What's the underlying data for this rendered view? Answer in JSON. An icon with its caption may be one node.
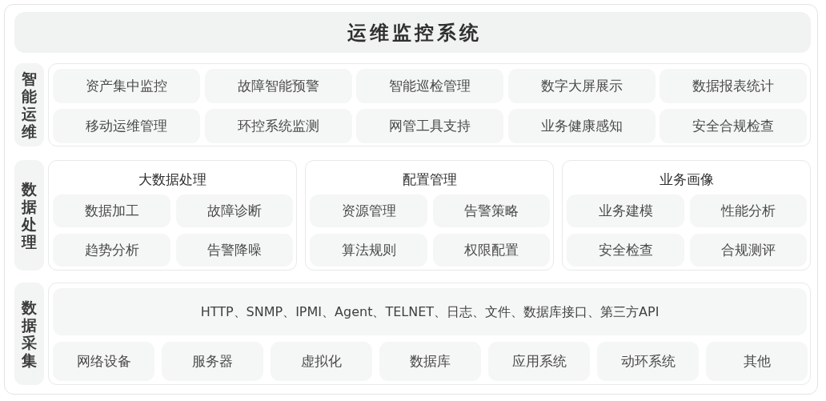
{
  "diagram": {
    "title": "运维监控系统",
    "nodes": [
      {
        "text": [
          "智能运维"
        ]
      },
      {
        "text": [],
        "shape": "box"
      },
      {
        "text": [
          "资产集中监控"
        ],
        "in": 1
      },
      {
        "text": [
          "故障智能预警"
        ],
        "in": 1
      },
      {
        "text": [
          "智能巡检管理"
        ],
        "in": 1
      },
      {
        "text": [
          "数字大屏展示"
        ],
        "in": 1
      },
      {
        "text": [
          "数据报表统计"
        ],
        "in": 1
      },
      {
        "text": [
          "移动运维管理"
        ],
        "in": 1
      },
      {
        "text": [
          "环控系统监测"
        ],
        "in": 1
      },
      {
        "text": [
          "网管工具支持"
        ],
        "in": 1
      },
      {
        "text": [
          "业务健康感知"
        ],
        "in": 1
      },
      {
        "text": [
          "安全合规检查"
        ],
        "in": 1
      },
      {
        "text": [
          "数据处理"
        ]
      },
      {
        "text": [
          "大数据处理"
        ]
      },
      {
        "text": [
          "数据加工"
        ],
        "in": 13
      },
      {
        "text": [
          "故障诊断"
        ],
        "in": 13
      },
      {
        "text": [
          "趋势分析"
        ],
        "in": 13
      },
      {
        "text": [
          "告警降噪"
        ],
        "in": 13
      },
      {
        "text": [
          "配置管理"
        ]
      },
      {
        "text": [
          "资源管理"
        ],
        "in": 18
      },
      {
        "text": [
          "告警策略"
        ],
        "in": 18
      },
      {
        "text": [
          "算法规则"
        ],
        "in": 18
      },
      {
        "text": [
          "权限配置"
        ],
        "in": 18
      },
      {
        "text": [
          "业务画像"
        ]
      },
      {
        "text": [
          "业务建模"
        ],
        "in": 23
      },
      {
        "text": [
          "性能分析"
        ],
        "in": 23
      },
      {
        "text": [
          "安全检查"
        ],
        "in": 23
      },
      {
        "text": [
          "合规测评"
        ],
        "in": 23
      },
      {
        "text": [
          "数据采集"
        ]
      },
      {
        "text": [],
        "shape": "box"
      },
      {
        "text": [
          "HTTP、SNMP、IPMI、Agent、TELNET、日志、文件、数据库接口、第三方API"
        ],
        "in": 29
      },
      {
        "text": [
          "网络设备"
        ],
        "in": 29
      },
      {
        "text": [
          "服务器"
        ],
        "in": 29
      },
      {
        "text": [
          "虚拟化"
        ],
        "in": 29
      },
      {
        "text": [
          "数据库"
        ],
        "in": 29
      },
      {
        "text": [
          "应用系统"
        ],
        "in": 29
      },
      {
        "text": [
          "动环系统"
        ],
        "in": 29
      },
      {
        "text": [
          "其他"
        ],
        "in": 29
      }
    ]
  }
}
